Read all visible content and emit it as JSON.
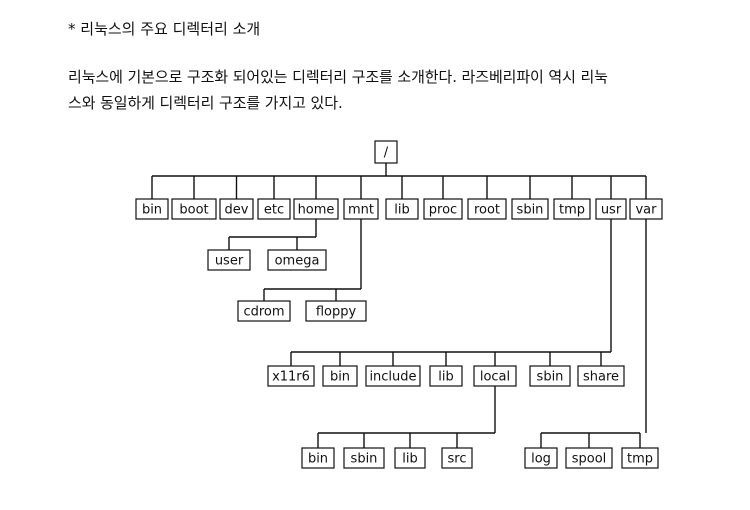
{
  "heading": "*  리눅스의 주요 디렉터리 소개",
  "paragraph_lines": [
    "리눅스에 기본으로 구조화 되어있는 디렉터리 구조를 소개한다. 라즈베리파이 역시 리눅",
    "스와 동일하게 디렉터리 구조를 가지고 있다."
  ],
  "tree": {
    "root": "/",
    "top_level": [
      "bin",
      "boot",
      "dev",
      "etc",
      "home",
      "mnt",
      "lib",
      "proc",
      "root",
      "sbin",
      "tmp",
      "usr",
      "var"
    ],
    "home_children": [
      "user",
      "omega"
    ],
    "mnt_children": [
      "cdrom",
      "floppy"
    ],
    "usr_children": [
      "x11r6",
      "bin",
      "include",
      "lib",
      "local",
      "sbin",
      "share"
    ],
    "local_children": [
      "bin",
      "sbin",
      "lib",
      "src"
    ],
    "var_children": [
      "log",
      "spool",
      "tmp"
    ]
  }
}
